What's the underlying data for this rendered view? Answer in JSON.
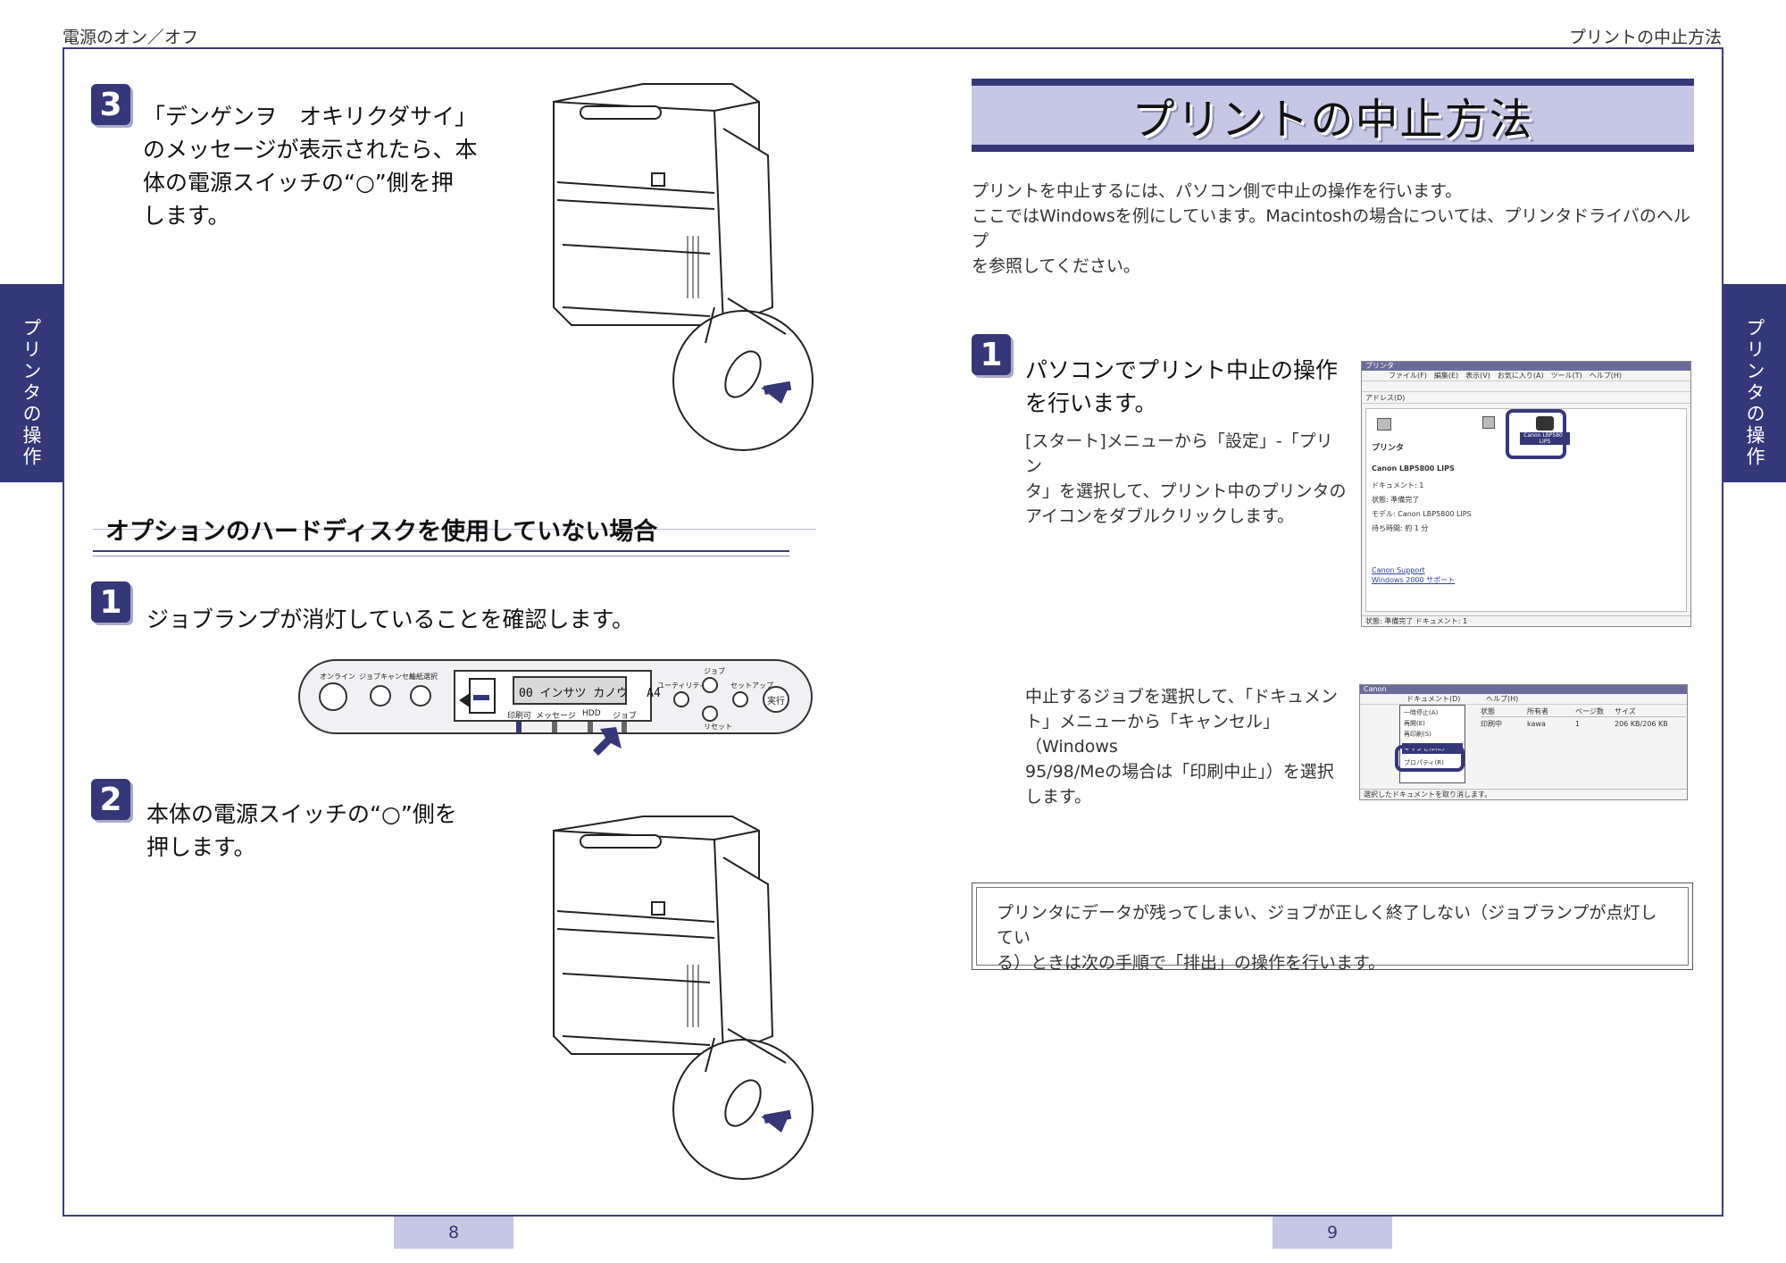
{
  "header": {
    "left": "電源のオン／オフ",
    "right": "プリントの中止方法"
  },
  "side_tab": {
    "left": "プリンタの操作",
    "right": "プリンタの操作"
  },
  "left_page": {
    "step3": {
      "number": "3",
      "line1": "「デンゲンヲ　オキリクダサイ」",
      "line2": "のメッセージが表示されたら、本",
      "line3": "体の電源スイッチの“○”側を押",
      "line4": "します。"
    },
    "section_heading": "オプションのハードディスクを使用していない場合",
    "step1": {
      "number": "1",
      "text": "ジョブランプが消灯していることを確認します。"
    },
    "step2": {
      "number": "2",
      "line1": "本体の電源スイッチの“○”側を",
      "line2": "押します。"
    },
    "control_panel": {
      "online": "オンライン",
      "job_cancel": "ジョブキャンセル",
      "paper_select": "給紙選択",
      "lcd_text": "00 インサツ カノウ　 A4",
      "lamp_print": "印刷可",
      "lamp_message": "メッセージ",
      "lamp_hdd": "HDD",
      "lamp_job": "ジョブ",
      "utility": "ユーティリティ",
      "job": "ジョブ",
      "setup": "セットアップ",
      "reset": "リセット",
      "execute": "実行"
    },
    "page_number": "8"
  },
  "right_page": {
    "title": "プリントの中止方法",
    "intro_line1": "プリントを中止するには、パソコン側で中止の操作を行います。",
    "intro_line2": "ここではWindowsを例にしています。Macintoshの場合については、プリンタドライバのヘルプ",
    "intro_line3": "を参照してください。",
    "step1": {
      "number": "1",
      "head_line1": "パソコンでプリント中止の操作",
      "head_line2": "を行います。",
      "desc_line1": "[スタート]メニューから「設定」-「プリン",
      "desc_line2": "タ」を選択して、プリント中のプリンタの",
      "desc_line3": "アイコンをダブルクリックします。"
    },
    "step1b": {
      "line1": "中止するジョブを選択して、「ドキュメン",
      "line2": "ト」メニューから「キャンセル」（Windows",
      "line3": "95/98/Meの場合は「印刷中止」）を選択",
      "line4": "します。"
    },
    "note_line1": "プリンタにデータが残ってしまい、ジョブが正しく終了しない（ジョブランプが点灯してい",
    "note_line2": "る）ときは次の手順で「排出」の操作を行います。",
    "screenshot1": {
      "title": "プリンタ",
      "menu": "ファイル(F)　編集(E)　表示(V)　お気に入り(A)　ツール(T)　ヘルプ(H)",
      "address": "アドレス(D)",
      "folder_label": "プリンタ",
      "printer_name": "Canon LBP5800 LIPS",
      "doc_count": "ドキュメント: 1",
      "status": "状態: 準備完了",
      "model": "モデル: Canon LBP5800 LIPS",
      "wait": "待ち時間: 約 1 分",
      "link1": "Canon Support",
      "link2": "Windows 2000 サポート",
      "icon_label": "Canon LBP5800 LIPS",
      "statusbar": "状態: 準備完了 ドキュメント: 1"
    },
    "screenshot2": {
      "title": "Canon",
      "menu_doc": "ドキュメント(D)",
      "menu_help": "ヘルプ(H)",
      "item_pause": "一時停止(A)",
      "item_resume": "再開(E)",
      "item_restart": "再印刷(S)",
      "item_cancel": "キャンセル(C)",
      "item_props": "プロパティ(R)",
      "col_status": "状態",
      "col_owner": "所有者",
      "col_pages": "ページ数",
      "col_size": "サイズ",
      "row_status": "印刷中",
      "row_owner": "kawa",
      "row_pages": "1",
      "row_size": "206 KB/206 KB",
      "statusbar": "選択したドキュメントを取り消します。"
    },
    "page_number": "9"
  },
  "colors": {
    "accent": "#343878",
    "band": "#c6c7e4"
  }
}
